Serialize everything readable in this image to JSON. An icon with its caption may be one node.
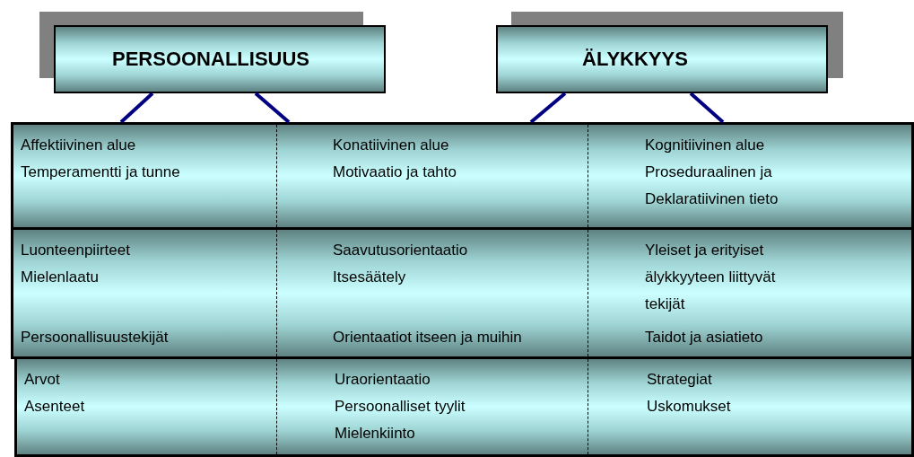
{
  "diagram": {
    "nodes": [
      {
        "text": [
          "PERSOONALLISUUS"
        ]
      },
      {
        "text": [
          "ÄLYKKYYS"
        ]
      },
      {
        "text": [],
        "shape": "box"
      },
      {
        "text": [
          "Affektiivinen alue",
          "Temperamentti ja tunne"
        ],
        "in": 2
      },
      {
        "text": [
          "Konatiivinen alue",
          "Motivaatio ja tahto"
        ],
        "in": 2
      },
      {
        "text": [
          "Kognitiivinen alue",
          "Proseduraalinen ja Deklaratiivinen tieto"
        ],
        "in": 2
      },
      {
        "text": [],
        "shape": "box"
      },
      {
        "text": [
          "Luonteenpiirteet",
          "Mielenlaatu",
          "Persoonallisuustekijät"
        ],
        "in": 6
      },
      {
        "text": [
          "Saavutusorientaatio",
          "Itsesäätely",
          "Orientaatiot itseen ja muihin"
        ],
        "in": 6
      },
      {
        "text": [
          "Yleiset ja erityiset älykkyyteen liittyvät tekijät",
          "Taidot ja asiatieto"
        ],
        "in": 6
      },
      {
        "text": [],
        "shape": "box"
      },
      {
        "text": [
          "Arvot",
          "Asenteet"
        ],
        "in": 10
      },
      {
        "text": [
          "Uraorientaatio",
          "Persoonalliset tyylit",
          "Mielenkiinto"
        ],
        "in": 10
      },
      {
        "text": [
          "Strategiat",
          "Uskomukset"
        ],
        "in": 10
      }
    ],
    "edges": [
      {
        "from": 0,
        "to": 2,
        "arrow": "none"
      },
      {
        "from": 0,
        "to": 2,
        "arrow": "none"
      },
      {
        "from": 1,
        "to": 2,
        "arrow": "none"
      },
      {
        "from": 1,
        "to": 2,
        "arrow": "none"
      }
    ]
  }
}
